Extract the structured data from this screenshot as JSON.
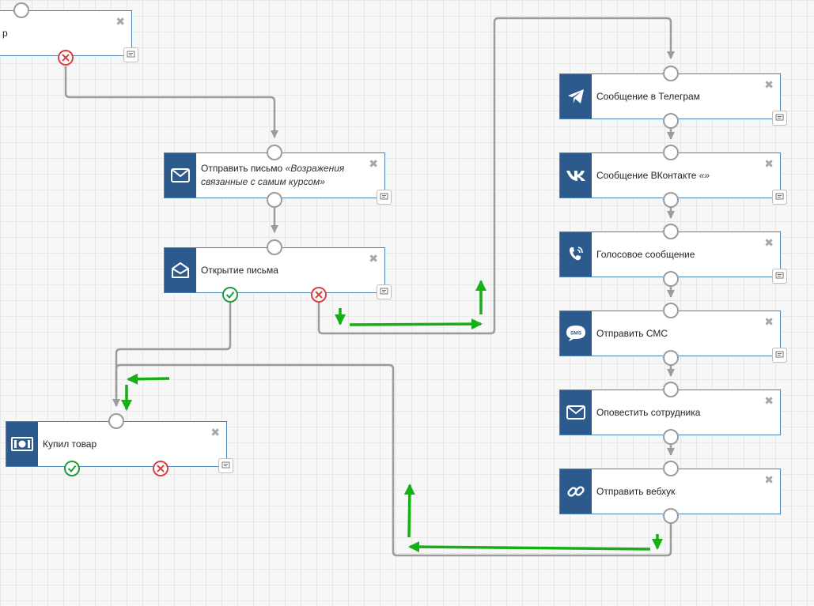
{
  "nodes": {
    "n0": {
      "title": "р",
      "icon": "none"
    },
    "send_email": {
      "title": "Отправить письмо",
      "subtitle": "«Возражения связанные с самим курсом»",
      "icon": "envelope-icon"
    },
    "email_open": {
      "title": "Открытие письма",
      "icon": "envelope-open-icon"
    },
    "bought": {
      "title": "Купил товар",
      "icon": "money-icon"
    },
    "telegram": {
      "title": "Сообщение в Телеграм",
      "icon": "telegram-icon"
    },
    "vk": {
      "title": "Сообщение ВКонтакте",
      "subtitle": "«»",
      "icon": "vk-icon"
    },
    "voice": {
      "title": "Голосовое сообщение",
      "icon": "phone-icon"
    },
    "sms": {
      "title": "Отправить СМС",
      "icon": "sms-icon",
      "icon_text": "SMS"
    },
    "notify": {
      "title": "Оповестить сотрудника",
      "icon": "envelope-icon"
    },
    "webhook": {
      "title": "Отправить вебхук",
      "icon": "link-icon"
    }
  },
  "colors": {
    "node_icon_bg": "#2d5a8c",
    "node_border": "#4b83b4",
    "connector": "#9c9c9c",
    "success": "#1f9d3c",
    "failure": "#d94040",
    "annotation_arrow": "#16b016"
  }
}
